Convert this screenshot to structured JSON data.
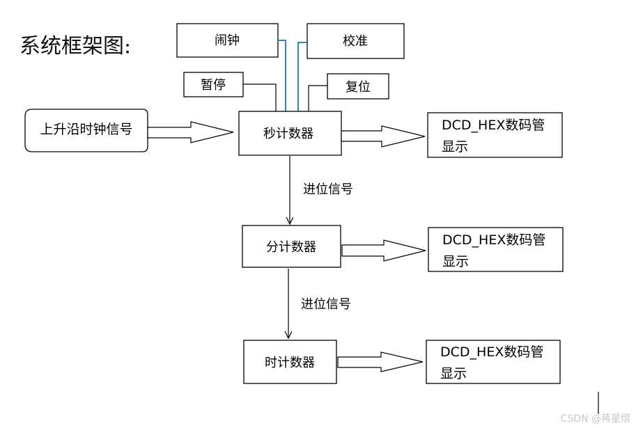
{
  "title": "系统框架图:",
  "nodes": {
    "alarm": "闹钟",
    "calibrate": "校准",
    "pause": "暂停",
    "reset": "复位",
    "clock_signal": "上升沿时钟信号",
    "sec_counter": "秒计数器",
    "min_counter": "分计数器",
    "hour_counter": "时计数器",
    "display_line1": "DCD_HEX数码管",
    "display_line2": "显示"
  },
  "edges": {
    "carry_1": "进位信号",
    "carry_2": "进位信号"
  },
  "watermark": "CSDN @蒋星熠"
}
